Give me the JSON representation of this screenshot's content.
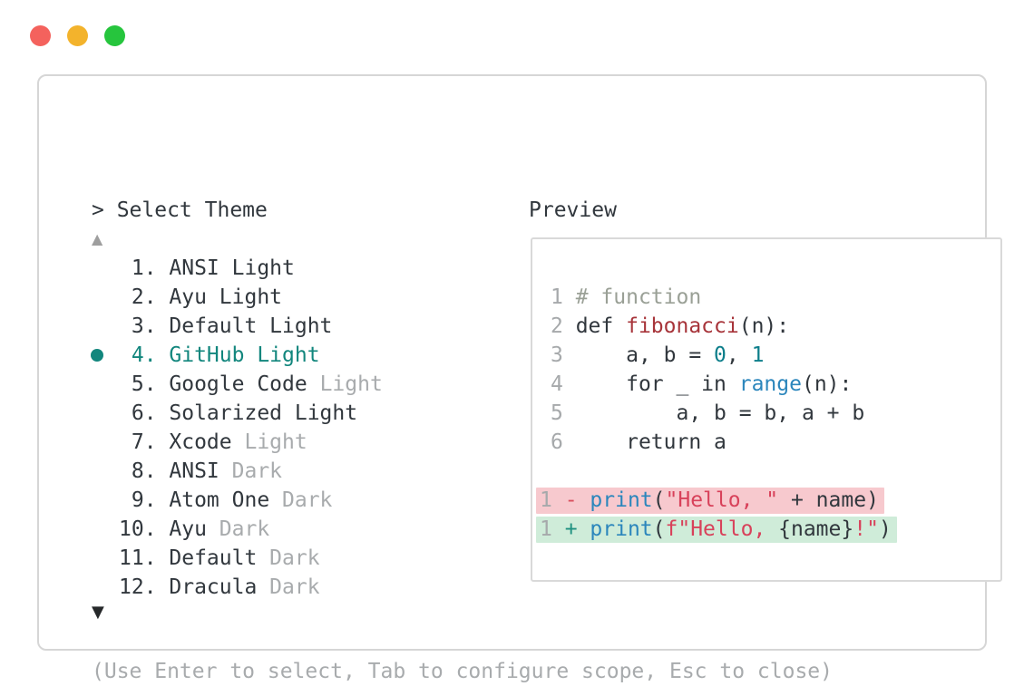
{
  "palette": {
    "text_dark": "#31373d",
    "text_muted": "#a8abad",
    "accent_teal": "#12867d",
    "arrow_up": "#9e9e9e",
    "arrow_down": "#26282a",
    "window_border": "#d6d6d6",
    "preview_border": "#d9d9d9",
    "tok_plain": "#31373d",
    "tok_comment": "#9aa096",
    "tok_func": "#a7343a",
    "tok_number": "#0c7e8a",
    "tok_call": "#2b86bc",
    "tok_string": "#d8415a",
    "tok_minus": "#d94f5e",
    "tok_plus": "#1f9180",
    "tok_lineno": "#a6a9ab",
    "diff_removed_bg": "#f7c9ce",
    "diff_added_bg": "#cfecd9"
  },
  "window": {
    "traffic_lights": [
      {
        "name": "close",
        "color": "#f4625d"
      },
      {
        "name": "minimize",
        "color": "#f3b32c"
      },
      {
        "name": "zoom",
        "color": "#26c53d"
      }
    ]
  },
  "theme_picker": {
    "title": "> Select Theme",
    "up_arrow": "▲",
    "down_arrow": "▼",
    "items": [
      {
        "number": 1,
        "label": "ANSI Light",
        "muted": "",
        "selected": false
      },
      {
        "number": 2,
        "label": "Ayu Light",
        "muted": "",
        "selected": false
      },
      {
        "number": 3,
        "label": "Default Light",
        "muted": "",
        "selected": false
      },
      {
        "number": 4,
        "label": "GitHub Light",
        "muted": "",
        "selected": true
      },
      {
        "number": 5,
        "label": "Google Code",
        "muted": "Light",
        "selected": false
      },
      {
        "number": 6,
        "label": "Solarized Light",
        "muted": "",
        "selected": false
      },
      {
        "number": 7,
        "label": "Xcode",
        "muted": "Light",
        "selected": false
      },
      {
        "number": 8,
        "label": "ANSI",
        "muted": "Dark",
        "selected": false
      },
      {
        "number": 9,
        "label": "Atom One",
        "muted": "Dark",
        "selected": false
      },
      {
        "number": 10,
        "label": "Ayu",
        "muted": "Dark",
        "selected": false
      },
      {
        "number": 11,
        "label": "Default",
        "muted": "Dark",
        "selected": false
      },
      {
        "number": 12,
        "label": "Dracula",
        "muted": "Dark",
        "selected": false
      }
    ],
    "help": "(Use Enter to select, Tab to configure scope, Esc to close)"
  },
  "preview": {
    "title": "Preview",
    "lines": [
      {
        "num": "1",
        "tokens": [
          [
            "# function",
            "comment"
          ]
        ]
      },
      {
        "num": "2",
        "tokens": [
          [
            "def ",
            "plain"
          ],
          [
            "fibonacci",
            "func"
          ],
          [
            "(n):",
            "plain"
          ]
        ]
      },
      {
        "num": "3",
        "tokens": [
          [
            "    a, b = ",
            "plain"
          ],
          [
            "0",
            "number"
          ],
          [
            ", ",
            "plain"
          ],
          [
            "1",
            "number"
          ]
        ]
      },
      {
        "num": "4",
        "tokens": [
          [
            "    for _ in ",
            "plain"
          ],
          [
            "range",
            "call"
          ],
          [
            "(n):",
            "plain"
          ]
        ]
      },
      {
        "num": "5",
        "tokens": [
          [
            "        a, b = b, a + b",
            "plain"
          ]
        ]
      },
      {
        "num": "6",
        "tokens": [
          [
            "    return a",
            "plain"
          ]
        ]
      },
      {
        "num": "",
        "tokens": []
      },
      {
        "num": "1",
        "diff": "removed",
        "tokens": [
          [
            "- ",
            "minus"
          ],
          [
            "print",
            "call"
          ],
          [
            "(",
            "plain"
          ],
          [
            "\"Hello, \"",
            "string"
          ],
          [
            " + name)",
            "plain"
          ]
        ]
      },
      {
        "num": "1",
        "diff": "added",
        "tokens": [
          [
            "+ ",
            "plus"
          ],
          [
            "print",
            "call"
          ],
          [
            "(",
            "plain"
          ],
          [
            "f\"Hello, ",
            "string"
          ],
          [
            "{name}",
            "plain"
          ],
          [
            "!\"",
            "string"
          ],
          [
            ")",
            "plain"
          ]
        ]
      }
    ]
  }
}
